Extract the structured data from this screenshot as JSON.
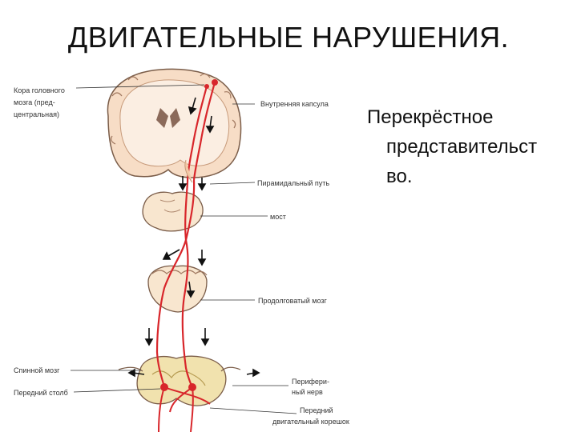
{
  "slide": {
    "title": "ДВИГАТЕЛЬНЫЕ НАРУШЕНИЯ.",
    "text_line1": "Перекрёстное",
    "text_line2": "представительст",
    "text_line3": "во."
  },
  "labels": {
    "cortex_1": "Кора головного",
    "cortex_2": "мозга (пред-",
    "cortex_3": "центральная)",
    "internal_capsule": "Внутренняя капсула",
    "pyramidal_tract": "Пирамидальный путь",
    "pons": "мост",
    "medulla": "Продолговатый мозг",
    "spinal_cord": "Спинной мозг",
    "anterior_column": "Передний столб",
    "peripheral_nerve_1": "Перифери-",
    "peripheral_nerve_2": "ный нерв",
    "motor_root_1": "Передний",
    "motor_root_2": "двигательный корешок"
  },
  "colors": {
    "tract": "#d8262b",
    "tissue": "#f6d3b8",
    "outline": "#555555",
    "brain_fill": "#f3c9a6",
    "spinal_fill": "#efe0a6"
  }
}
